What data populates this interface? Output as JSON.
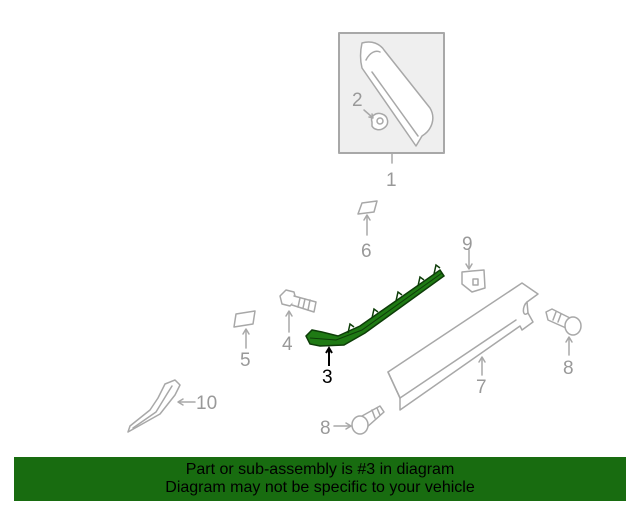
{
  "diagram": {
    "highlighted_part": "3",
    "colors": {
      "line": "#a8a8a8",
      "highlight": "#1f7a14",
      "highlight_dark": "#0d3d08",
      "inset_bg": "#efefef"
    },
    "callouts": [
      {
        "id": "1",
        "label": "1"
      },
      {
        "id": "2",
        "label": "2"
      },
      {
        "id": "3",
        "label": "3"
      },
      {
        "id": "4",
        "label": "4"
      },
      {
        "id": "5",
        "label": "5"
      },
      {
        "id": "6",
        "label": "6"
      },
      {
        "id": "7",
        "label": "7"
      },
      {
        "id": "8a",
        "label": "8"
      },
      {
        "id": "8b",
        "label": "8"
      },
      {
        "id": "9",
        "label": "9"
      },
      {
        "id": "10",
        "label": "10"
      }
    ]
  },
  "banner": {
    "line1": "Part or sub-assembly is #3 in diagram",
    "line2": "Diagram may not be specific to your vehicle",
    "background": "#186c10"
  }
}
